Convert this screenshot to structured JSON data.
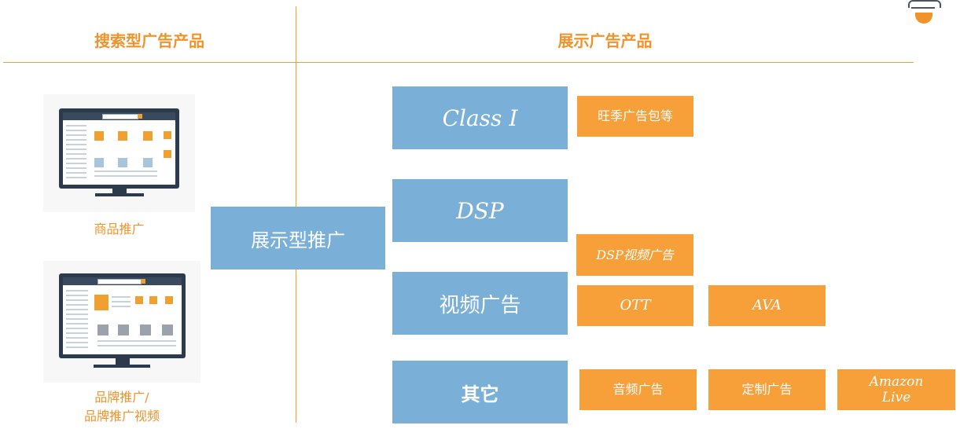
{
  "headers": {
    "left": "搜索型广告产品",
    "right": "展示广告产品"
  },
  "left_panel": {
    "product1_caption": "商品推广",
    "product2_caption_line1": "品牌推广/",
    "product2_caption_line2": "品牌推广视频"
  },
  "center_node": "展示型推广",
  "categories": [
    {
      "label": "Class I",
      "children": [
        "旺季广告包等"
      ]
    },
    {
      "label": "DSP",
      "children": [
        "DSP视频广告"
      ]
    },
    {
      "label": "视频广告",
      "children": [
        "OTT",
        "AVA"
      ]
    },
    {
      "label": "其它",
      "children": [
        "音频广告",
        "定制广告",
        "Amazon Live"
      ]
    }
  ],
  "colors": {
    "accent_orange": "#f7a03a",
    "node_blue": "#7aafd8",
    "header_orange": "#f0932b",
    "monitor_dark": "#2b3a4d"
  },
  "icons": [
    "lightbulb-icon",
    "monitor-icon"
  ]
}
